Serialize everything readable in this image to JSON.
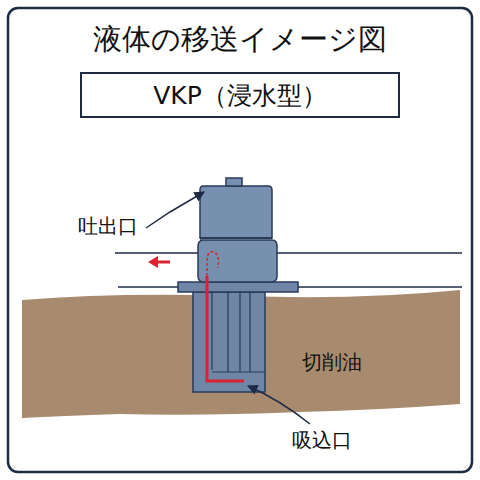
{
  "diagram": {
    "title": "液体の移送イメージ図",
    "nodes": [
      {
        "text": [
          "VKP（浸水型）"
        ]
      }
    ],
    "labels": [
      "吐出口",
      "切削油",
      "吸込口"
    ]
  }
}
